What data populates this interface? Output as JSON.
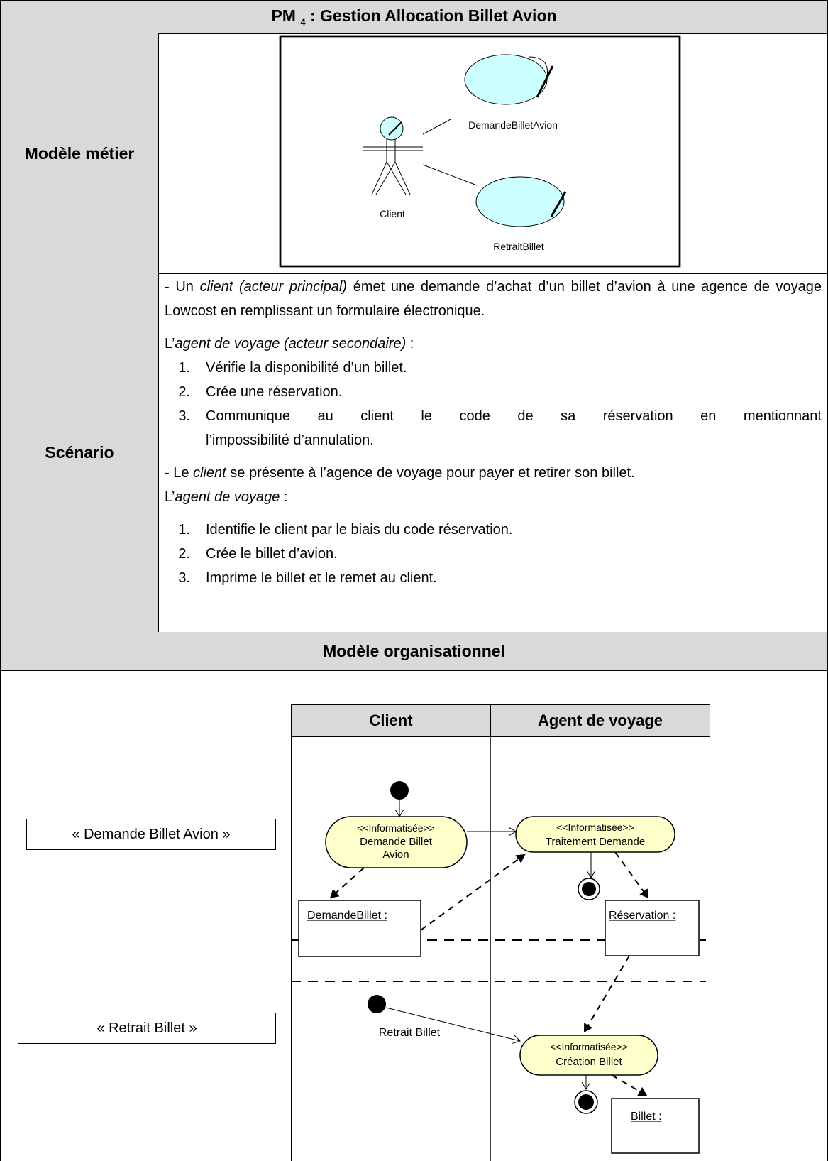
{
  "header": {
    "title_prefix": "PM",
    "title_subscript": "4",
    "title_suffix": " : Gestion Allocation Billet Avion"
  },
  "modele_metier": {
    "label": "Modèle métier",
    "actor": "Client",
    "use_cases": [
      "DemandeBilletAvion",
      "RetraitBillet"
    ],
    "colors": {
      "use_case_fill": "#ccffff"
    }
  },
  "scenario": {
    "label": "Scénario",
    "para1_prefix": "- Un ",
    "para1_em": "client (acteur principal)",
    "para1_suffix": " émet une demande d’achat d’un billet d’avion à une agence de voyage Lowcost en remplissant un formulaire électronique.",
    "agent1_prefix": "L’",
    "agent1_em": "agent de voyage (acteur secondaire)",
    "agent1_suffix": " :",
    "list1": [
      {
        "num": "1.",
        "text": "Vérifie la disponibilité d’un billet."
      },
      {
        "num": "2.",
        "text": "Crée une réservation."
      },
      {
        "num": "3.",
        "text_line1": "Communique au client le code de sa réservation en mentionnant",
        "text_line2": "l’impossibilité d’annulation."
      }
    ],
    "para2_prefix": "- Le ",
    "para2_em": "client",
    "para2_suffix": " se présente à l’agence de voyage pour payer et retirer son billet.",
    "agent2_prefix": "L’",
    "agent2_em": "agent de voyage",
    "agent2_suffix": " :",
    "list2": [
      {
        "num": "1.",
        "text": "Identifie le client par le biais du code réservation."
      },
      {
        "num": "2.",
        "text": "Crée le billet d’avion."
      },
      {
        "num": "3.",
        "text": "Imprime le billet et le remet au client."
      }
    ]
  },
  "modele_organisationnel": {
    "title": "Modèle organisationnel",
    "processes": [
      "« Demande Billet Avion »",
      "« Retrait Billet »"
    ],
    "lanes": [
      "Client",
      "Agent de voyage"
    ],
    "actions": {
      "demande": {
        "stereotype": "<<Informatisée>>",
        "line1": "Demande Billet",
        "line2": "Avion"
      },
      "traitement": {
        "stereotype": "<<Informatisée>>",
        "line1": "Traitement Demande"
      },
      "creation": {
        "stereotype": "<<Informatisée>>",
        "line1": "Création Billet"
      }
    },
    "objects": [
      "DemandeBillet :",
      "Réservation :",
      "Billet :"
    ],
    "event_label": "Retrait Billet",
    "colors": {
      "action_fill": "#ffffcc",
      "header_fill": "#d9d9d9"
    }
  }
}
